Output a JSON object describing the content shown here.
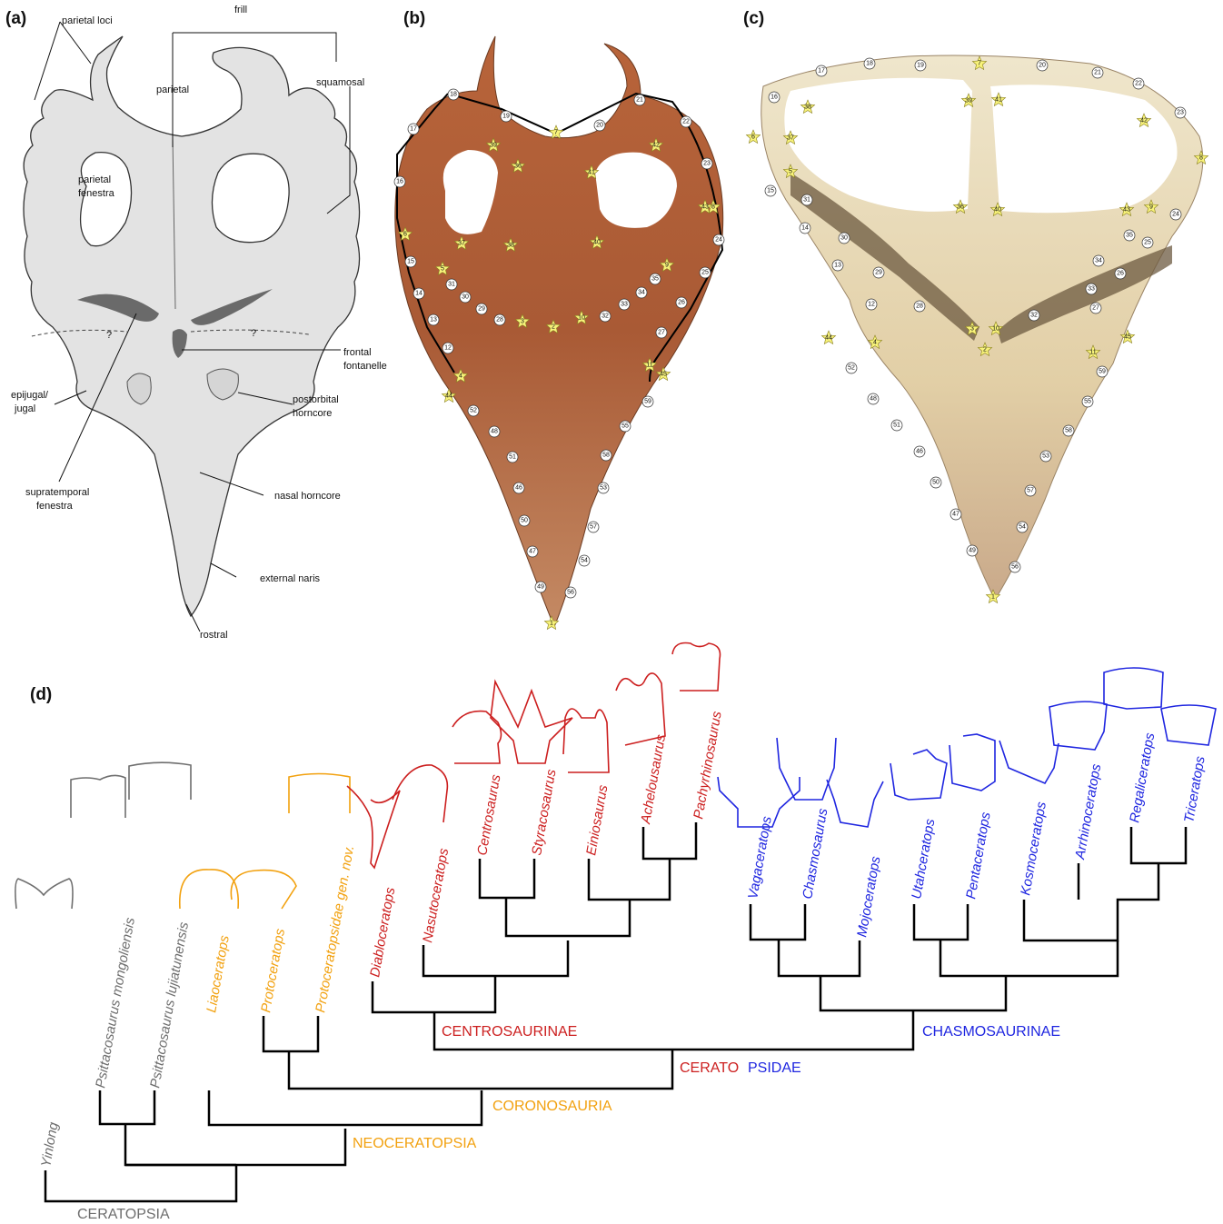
{
  "panels": {
    "a": "(a)",
    "b": "(b)",
    "c": "(c)",
    "d": "(d)"
  },
  "annotations": {
    "parietal_loci": "parietal loci",
    "frill": "frill",
    "parietal": "parietal",
    "squamosal": "squamosal",
    "parietal_fenestra_1": "parietal",
    "parietal_fenestra_2": "fenestra",
    "frontal_fontanelle_1": "frontal",
    "frontal_fontanelle_2": "fontanelle",
    "epijugal_1": "epijugal/",
    "epijugal_2": "jugal",
    "postorbital_1": "postorbital",
    "postorbital_2": "horncore",
    "supratemporal_1": "supratemporal",
    "supratemporal_2": "fenestra",
    "nasal_horncore": "nasal horncore",
    "external_naris": "external naris",
    "rostral": "rostral",
    "qmark": "?"
  },
  "colors": {
    "ceratopsia": "#6e6e6e",
    "neoceratopsia": "#f2a10f",
    "centrosaurinae": "#cc1f1f",
    "chasmosaurinae": "#1f26e0",
    "drawing_fill": "#e3e3e3",
    "drawing_dark": "#6a6a6a",
    "landmark_star": "#f7f27a"
  },
  "landmarks": {
    "stars": [
      "1",
      "2",
      "3",
      "4",
      "5",
      "6",
      "7",
      "8",
      "9",
      "10",
      "11",
      "36",
      "37",
      "38",
      "39",
      "40",
      "41",
      "42",
      "43",
      "44",
      "45"
    ],
    "circles": [
      "12",
      "13",
      "14",
      "15",
      "16",
      "17",
      "18",
      "19",
      "20",
      "21",
      "22",
      "23",
      "24",
      "25",
      "26",
      "27",
      "28",
      "29",
      "30",
      "31",
      "32",
      "33",
      "34",
      "35",
      "46",
      "47",
      "48",
      "49",
      "50",
      "51",
      "52",
      "53",
      "54",
      "55",
      "56",
      "57",
      "58",
      "59"
    ]
  },
  "chart_data": {
    "type": "tree",
    "taxa": [
      {
        "name": "Yinlong",
        "group": "ceratopsia"
      },
      {
        "name": "Psittacosaurus mongoliensis",
        "group": "ceratopsia"
      },
      {
        "name": "Psittacosaurus lujiatunensis",
        "group": "ceratopsia"
      },
      {
        "name": "Liaoceratops",
        "group": "neoceratopsia"
      },
      {
        "name": "Protoceratops",
        "group": "neoceratopsia"
      },
      {
        "name": "Protoceratopsidae gen. nov.",
        "group": "neoceratopsia"
      },
      {
        "name": "Diabloceratops",
        "group": "centrosaurinae"
      },
      {
        "name": "Nasutoceratops",
        "group": "centrosaurinae"
      },
      {
        "name": "Centrosaurus",
        "group": "centrosaurinae"
      },
      {
        "name": "Styracosaurus",
        "group": "centrosaurinae"
      },
      {
        "name": "Einiosaurus",
        "group": "centrosaurinae"
      },
      {
        "name": "Achelousaurus",
        "group": "centrosaurinae"
      },
      {
        "name": "Pachyrhinosaurus",
        "group": "centrosaurinae"
      },
      {
        "name": "Vagaceratops",
        "group": "chasmosaurinae"
      },
      {
        "name": "Chasmosaurus",
        "group": "chasmosaurinae"
      },
      {
        "name": "Mojoceratops",
        "group": "chasmosaurinae"
      },
      {
        "name": "Utahceratops",
        "group": "chasmosaurinae"
      },
      {
        "name": "Pentaceratops",
        "group": "chasmosaurinae"
      },
      {
        "name": "Kosmoceratops",
        "group": "chasmosaurinae"
      },
      {
        "name": "Arrhinoceratops",
        "group": "chasmosaurinae"
      },
      {
        "name": "Regaliceratops",
        "group": "chasmosaurinae"
      },
      {
        "name": "Triceratops",
        "group": "chasmosaurinae"
      }
    ],
    "clades": {
      "ceratopsia": "CERATOPSIA",
      "neoceratopsia": "NEOCERATOPSIA",
      "coronosauria": "CORONOSAURIA",
      "ceratopsidae_a": "CERATO",
      "ceratopsidae_b": "PSIDAE",
      "centrosaurinae": "CENTROSAURINAE",
      "chasmosaurinae": "CHASMOSAURINAE"
    }
  }
}
